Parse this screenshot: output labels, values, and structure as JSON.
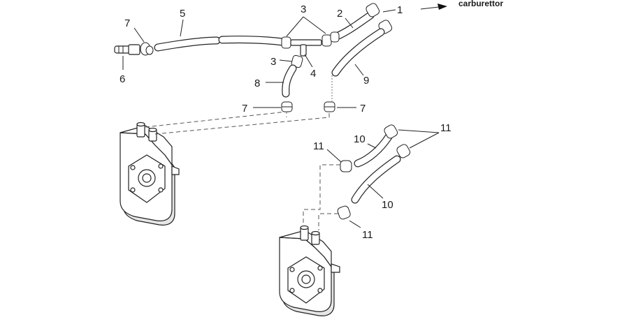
{
  "labels": {
    "carburettor": "carburettor",
    "n1": "1",
    "n2": "2",
    "n3a": "3",
    "n3b": "3",
    "n4": "4",
    "n5": "5",
    "n6": "6",
    "n7a": "7",
    "n7b": "7",
    "n7c": "7",
    "n8": "8",
    "n9": "9",
    "n10a": "10",
    "n10b": "10",
    "n11a": "11",
    "n11b": "11",
    "n11c": "11"
  }
}
